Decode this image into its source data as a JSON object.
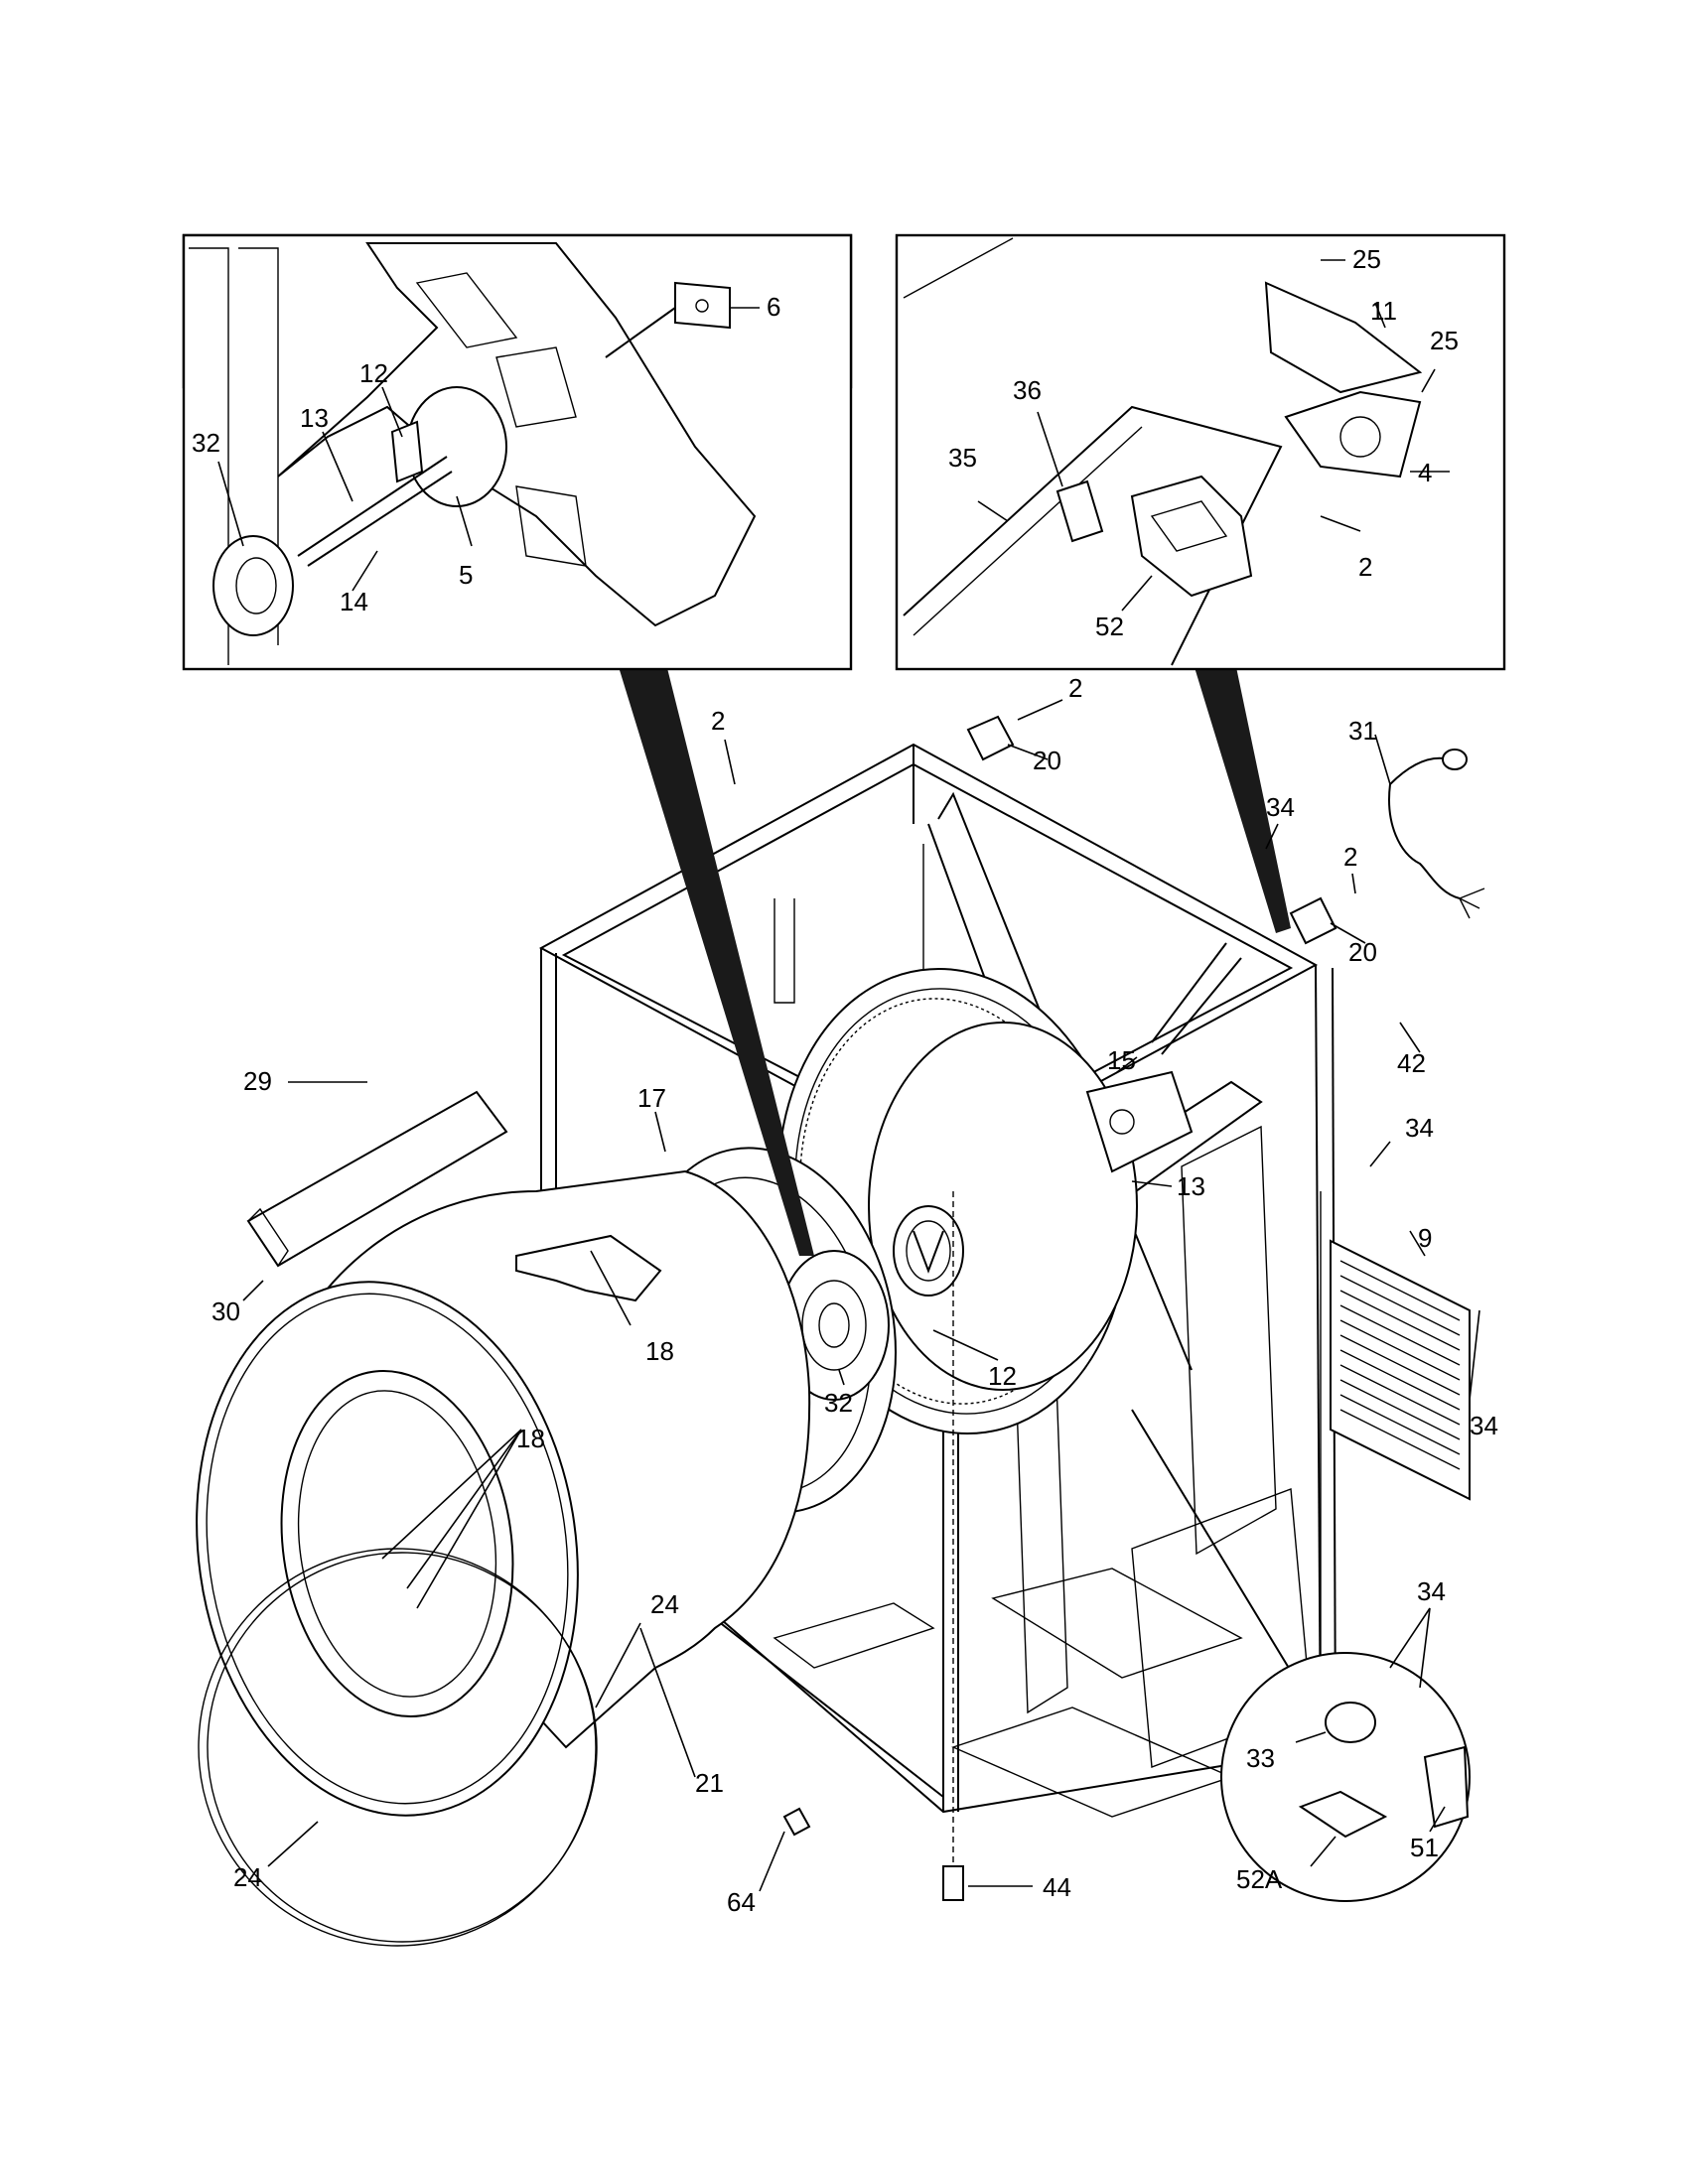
{
  "callouts": {
    "left_inset": [
      {
        "id": "li-6",
        "text": "6"
      },
      {
        "id": "li-12",
        "text": "12"
      },
      {
        "id": "li-13",
        "text": "13"
      },
      {
        "id": "li-32",
        "text": "32"
      },
      {
        "id": "li-14",
        "text": "14"
      },
      {
        "id": "li-5",
        "text": "5"
      }
    ],
    "right_inset": [
      {
        "id": "ri-25a",
        "text": "25"
      },
      {
        "id": "ri-11",
        "text": "11"
      },
      {
        "id": "ri-25b",
        "text": "25"
      },
      {
        "id": "ri-36",
        "text": "36"
      },
      {
        "id": "ri-35",
        "text": "35"
      },
      {
        "id": "ri-4",
        "text": "4"
      },
      {
        "id": "ri-2",
        "text": "2"
      },
      {
        "id": "ri-52",
        "text": "52"
      }
    ],
    "main": [
      {
        "id": "m-2a",
        "text": "2"
      },
      {
        "id": "m-2b",
        "text": "2"
      },
      {
        "id": "m-20a",
        "text": "20"
      },
      {
        "id": "m-31",
        "text": "31"
      },
      {
        "id": "m-34a",
        "text": "34"
      },
      {
        "id": "m-2c",
        "text": "2"
      },
      {
        "id": "m-20b",
        "text": "20"
      },
      {
        "id": "m-15",
        "text": "15"
      },
      {
        "id": "m-42",
        "text": "42"
      },
      {
        "id": "m-29",
        "text": "29"
      },
      {
        "id": "m-17",
        "text": "17"
      },
      {
        "id": "m-34b",
        "text": "34"
      },
      {
        "id": "m-13",
        "text": "13"
      },
      {
        "id": "m-9",
        "text": "9"
      },
      {
        "id": "m-30",
        "text": "30"
      },
      {
        "id": "m-18a",
        "text": "18"
      },
      {
        "id": "m-12",
        "text": "12"
      },
      {
        "id": "m-32",
        "text": "32"
      },
      {
        "id": "m-34c",
        "text": "34"
      },
      {
        "id": "m-18b",
        "text": "18"
      },
      {
        "id": "m-24a",
        "text": "24"
      },
      {
        "id": "m-34d",
        "text": "34"
      },
      {
        "id": "m-33",
        "text": "33"
      },
      {
        "id": "m-21",
        "text": "21"
      },
      {
        "id": "m-51",
        "text": "51"
      },
      {
        "id": "m-52a",
        "text": "52A"
      },
      {
        "id": "m-24b",
        "text": "24"
      },
      {
        "id": "m-64",
        "text": "64"
      },
      {
        "id": "m-44",
        "text": "44"
      }
    ]
  }
}
